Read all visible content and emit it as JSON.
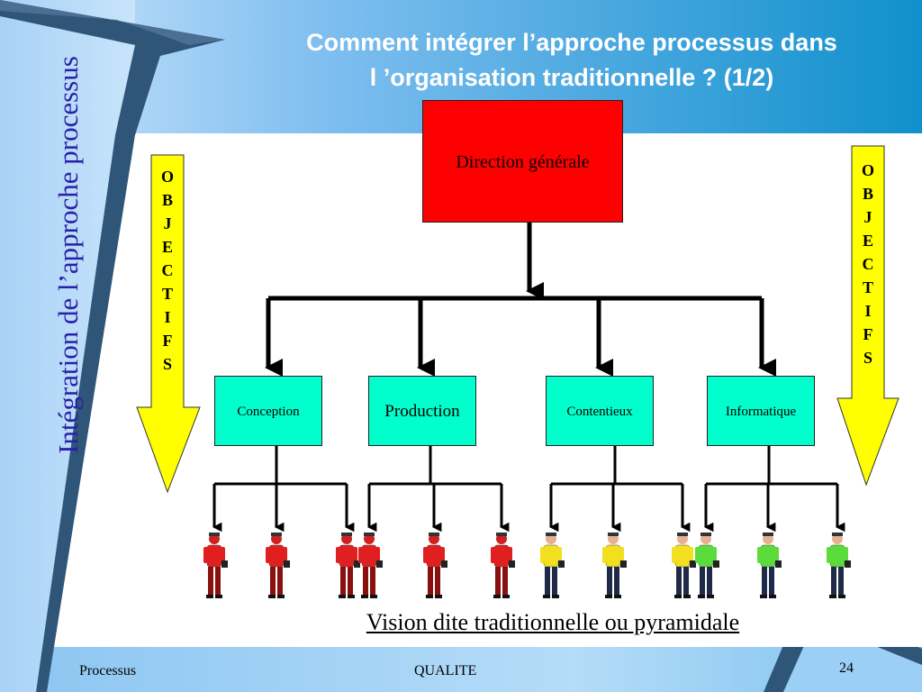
{
  "slide": {
    "title_line1": "Comment intégrer l’approche processus dans",
    "title_line2": "l ’organisation traditionnelle ? (1/2)",
    "side_title": "Intégration de l’approche processus",
    "caption": "Vision dite traditionnelle ou pyramidale",
    "footer_left": "Processus",
    "footer_center": "QUALITE",
    "page_number": "24"
  },
  "objectifs_letters": [
    "O",
    "B",
    "J",
    "E",
    "C",
    "T",
    "I",
    "F",
    "S"
  ],
  "org_chart": {
    "top": "Direction générale",
    "departments": [
      "Conception",
      "Production",
      "Contentieux",
      "Informatique"
    ],
    "people_per_department": 3
  },
  "colors": {
    "header_blue": "#1a8fd0",
    "director_box": "#ff0000",
    "department_box": "#00ffcc",
    "arrow_yellow": "#ffff00",
    "people_department_1_2": "#e02020",
    "people_department_3": "#f2e020",
    "people_department_4": "#5cdc3c",
    "side_title": "#2a1fa6"
  }
}
